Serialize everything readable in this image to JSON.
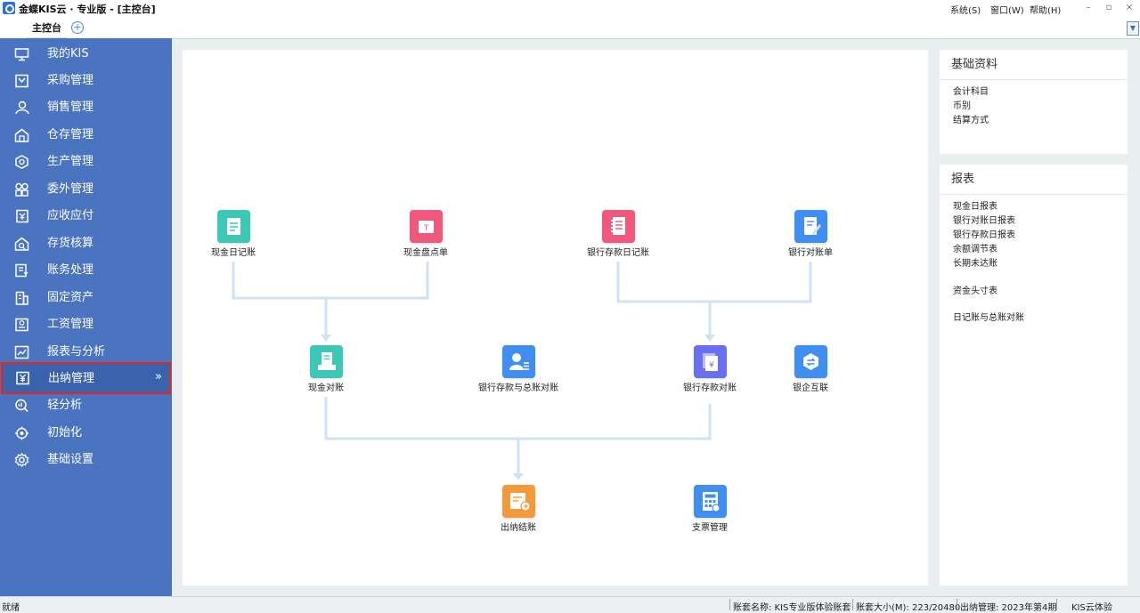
{
  "window": {
    "title": "金蝶KIS云 · 专业版 - [主控台]",
    "menus": [
      "系统(S)",
      "窗口(W)",
      "帮助(H)"
    ]
  },
  "tabs": [
    {
      "label": "主控台"
    }
  ],
  "sidebar": {
    "items": [
      {
        "label": "我的KIS",
        "icon": "monitor-icon"
      },
      {
        "label": "采购管理",
        "icon": "cart-icon"
      },
      {
        "label": "销售管理",
        "icon": "people-icon"
      },
      {
        "label": "仓存管理",
        "icon": "warehouse-icon"
      },
      {
        "label": "生产管理",
        "icon": "hexagon-icon"
      },
      {
        "label": "委外管理",
        "icon": "grid-icon"
      },
      {
        "label": "应收应付",
        "icon": "exchange-icon"
      },
      {
        "label": "存货核算",
        "icon": "inventory-icon"
      },
      {
        "label": "账务处理",
        "icon": "ledger-icon"
      },
      {
        "label": "固定资产",
        "icon": "building-icon"
      },
      {
        "label": "工资管理",
        "icon": "salary-icon"
      },
      {
        "label": "报表与分析",
        "icon": "chart-icon"
      },
      {
        "label": "出纳管理",
        "icon": "cashier-icon",
        "active": true
      },
      {
        "label": "轻分析",
        "icon": "analysis-icon"
      },
      {
        "label": "初始化",
        "icon": "init-icon"
      },
      {
        "label": "基础设置",
        "icon": "gear-icon"
      }
    ]
  },
  "flow": {
    "nodes": [
      {
        "label": "现金日记账",
        "icon": "cash-journal-icon",
        "color": "#3cc7b7"
      },
      {
        "label": "现金盘点单",
        "icon": "cash-count-icon",
        "color": "#f0597c"
      },
      {
        "label": "银行存款日记账",
        "icon": "bank-journal-icon",
        "color": "#f0597c"
      },
      {
        "label": "银行对账单",
        "icon": "bank-statement-icon",
        "color": "#3f8ef0"
      },
      {
        "label": "现金对账",
        "icon": "cash-reconcile-icon",
        "color": "#3cc7b7"
      },
      {
        "label": "银行存款与总账对账",
        "icon": "bank-gl-reconcile-icon",
        "color": "#3f8ef0"
      },
      {
        "label": "银行存款对账",
        "icon": "bank-reconcile-icon",
        "color": "#6a6ff0"
      },
      {
        "label": "银企互联",
        "icon": "bank-link-icon",
        "color": "#3f8ef0"
      },
      {
        "label": "出纳结账",
        "icon": "cashier-close-icon",
        "color": "#f39a3c"
      },
      {
        "label": "支票管理",
        "icon": "check-mgmt-icon",
        "color": "#3f8ef0"
      }
    ],
    "line_color": "#cfe3f5"
  },
  "panels": {
    "basic": {
      "title": "基础资料",
      "links": [
        "会计科目",
        "币别",
        "结算方式"
      ]
    },
    "reports": {
      "title": "报表",
      "links": [
        "现金日报表",
        "银行对账日报表",
        "银行存款日报表",
        "余额调节表",
        "长期未达账",
        "资金头寸表",
        "日记账与总账对账"
      ]
    }
  },
  "status": {
    "ready": "就绪",
    "account": "账套名称: KIS专业版体验账套",
    "size": "账套大小(M): 223/20480",
    "period": "出纳管理: 2023年第4期",
    "edition": "KIS云体验"
  }
}
